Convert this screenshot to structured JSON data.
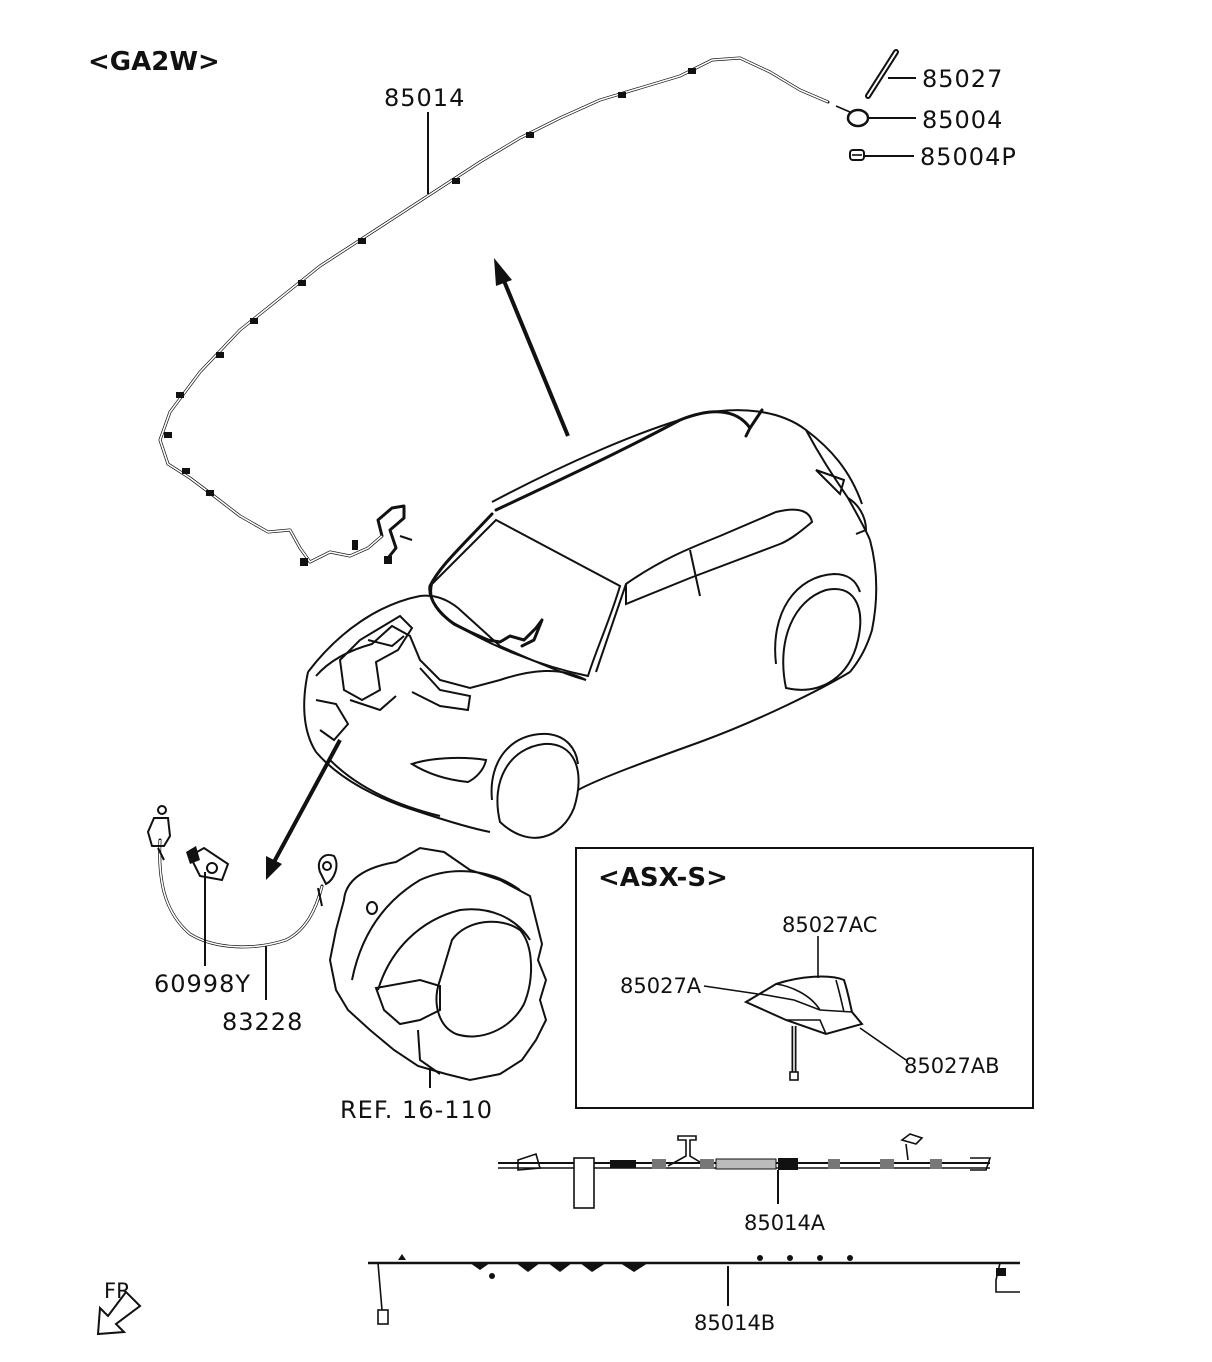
{
  "sections": {
    "main": "<GA2W>",
    "inset": "<ASX-S>"
  },
  "callouts": {
    "p85014": "85014",
    "p85027": "85027",
    "p85004": "85004",
    "p85004P": "85004P",
    "p60998Y": "60998Y",
    "p83228": "83228",
    "ref": "REF. 16-110",
    "p85027AC": "85027AC",
    "p85027A": "85027A",
    "p85027AB": "85027AB",
    "p85014A": "85014A",
    "p85014B": "85014B"
  },
  "orientation": {
    "front_label": "FR",
    "arrow_icon": "front-direction-arrow-icon"
  }
}
